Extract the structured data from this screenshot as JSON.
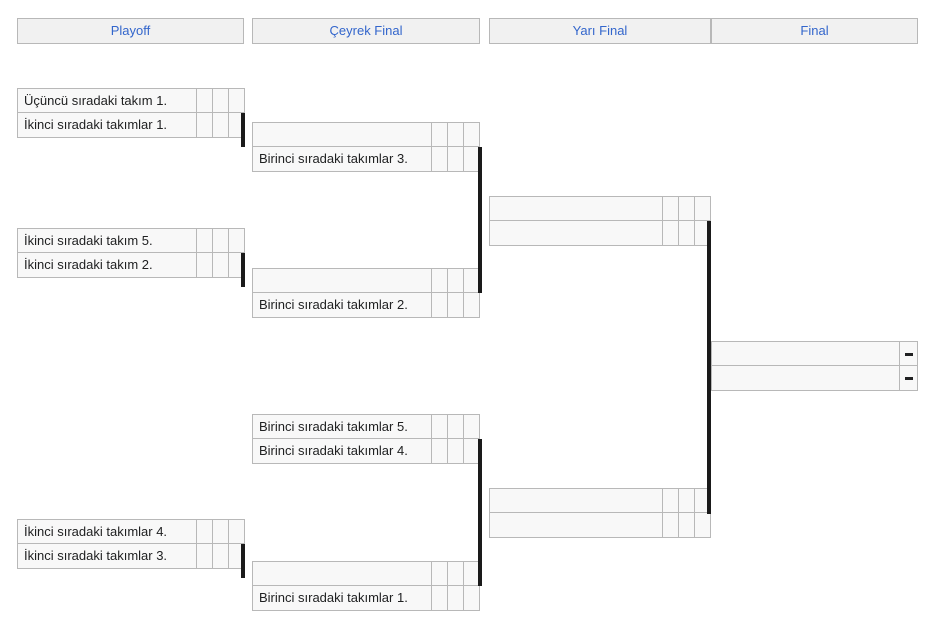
{
  "page": {
    "title": "Turnuva Eleme Tablosu"
  },
  "colors": {
    "header_text": "#3366cc",
    "header_bg": "#f1f1f1",
    "box_bg": "#f8f8f8",
    "box_border": "#b8b8b8",
    "connector": "#1a1a1a"
  },
  "rounds": [
    {
      "label": "Playoff"
    },
    {
      "label": "Çeyrek Final"
    },
    {
      "label": "Yarı Final"
    },
    {
      "label": "Final"
    }
  ],
  "matches": {
    "playoff": [
      {
        "id": "playoff-1",
        "rows": [
          {
            "team": "Üçüncü sıradaki takım 1.",
            "scores": [
              "",
              "",
              ""
            ]
          },
          {
            "team": "İkinci sıradaki takımlar 1.",
            "scores": [
              "",
              "",
              ""
            ]
          }
        ]
      },
      {
        "id": "playoff-2",
        "rows": [
          {
            "team": "İkinci sıradaki takım 5.",
            "scores": [
              "",
              "",
              ""
            ]
          },
          {
            "team": "İkinci sıradaki takım 2.",
            "scores": [
              "",
              "",
              ""
            ]
          }
        ]
      },
      {
        "id": "playoff-3",
        "rows": [
          {
            "team": "İkinci sıradaki takımlar 4.",
            "scores": [
              "",
              "",
              ""
            ]
          },
          {
            "team": "İkinci sıradaki takımlar 3.",
            "scores": [
              "",
              "",
              ""
            ]
          }
        ]
      }
    ],
    "quarter_final": [
      {
        "id": "qf-1",
        "rows": [
          {
            "team": "",
            "scores": [
              "",
              "",
              ""
            ]
          },
          {
            "team": "Birinci sıradaki takımlar 3.",
            "scores": [
              "",
              "",
              ""
            ]
          }
        ]
      },
      {
        "id": "qf-2",
        "rows": [
          {
            "team": "",
            "scores": [
              "",
              "",
              ""
            ]
          },
          {
            "team": "Birinci sıradaki takımlar 2.",
            "scores": [
              "",
              "",
              ""
            ]
          }
        ]
      },
      {
        "id": "qf-3",
        "rows": [
          {
            "team": "Birinci sıradaki takımlar 5.",
            "scores": [
              "",
              "",
              ""
            ]
          },
          {
            "team": "Birinci sıradaki takımlar 4.",
            "scores": [
              "",
              "",
              ""
            ]
          }
        ]
      },
      {
        "id": "qf-4",
        "rows": [
          {
            "team": "",
            "scores": [
              "",
              "",
              ""
            ]
          },
          {
            "team": "Birinci sıradaki takımlar 1.",
            "scores": [
              "",
              "",
              ""
            ]
          }
        ]
      }
    ],
    "semi_final": [
      {
        "id": "sf-1",
        "rows": [
          {
            "team": "",
            "scores": [
              "",
              "",
              ""
            ]
          },
          {
            "team": "",
            "scores": [
              "",
              "",
              ""
            ]
          }
        ]
      },
      {
        "id": "sf-2",
        "rows": [
          {
            "team": "",
            "scores": [
              "",
              "",
              ""
            ]
          },
          {
            "team": "",
            "scores": [
              "",
              "",
              ""
            ]
          }
        ]
      }
    ],
    "final": [
      {
        "id": "final-1",
        "rows": [
          {
            "team": "",
            "scores": [
              "—"
            ]
          },
          {
            "team": "",
            "scores": [
              "—"
            ]
          }
        ]
      }
    ]
  }
}
